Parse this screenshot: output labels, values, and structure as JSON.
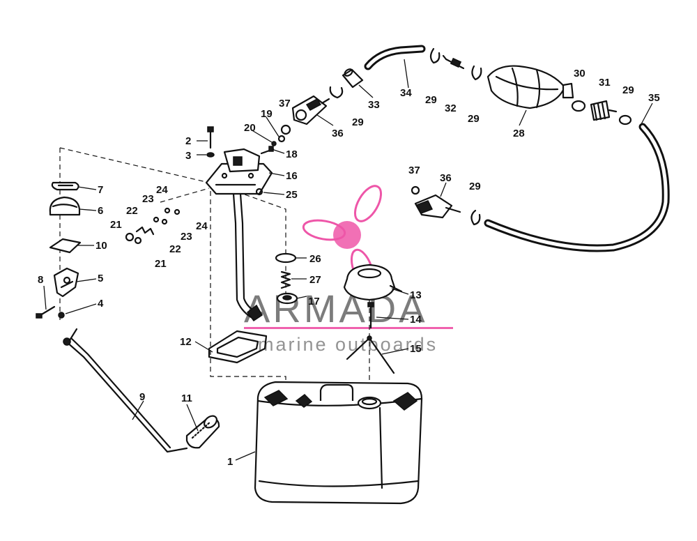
{
  "watermark": {
    "brand": "ARMADA",
    "tagline": "marine outboards",
    "accent_color": "#e91e8c"
  },
  "callouts": [
    {
      "id": "c1",
      "text": "1"
    },
    {
      "id": "c2",
      "text": "2"
    },
    {
      "id": "c3",
      "text": "3"
    },
    {
      "id": "c4",
      "text": "4"
    },
    {
      "id": "c5",
      "text": "5"
    },
    {
      "id": "c6",
      "text": "6"
    },
    {
      "id": "c7",
      "text": "7"
    },
    {
      "id": "c8",
      "text": "8"
    },
    {
      "id": "c9",
      "text": "9"
    },
    {
      "id": "c10",
      "text": "10"
    },
    {
      "id": "c11",
      "text": "11"
    },
    {
      "id": "c12",
      "text": "12"
    },
    {
      "id": "c13",
      "text": "13"
    },
    {
      "id": "c14",
      "text": "14"
    },
    {
      "id": "c15",
      "text": "15"
    },
    {
      "id": "c16",
      "text": "16"
    },
    {
      "id": "c17",
      "text": "17"
    },
    {
      "id": "c18",
      "text": "18"
    },
    {
      "id": "c19",
      "text": "19"
    },
    {
      "id": "c20",
      "text": "20"
    },
    {
      "id": "c21a",
      "text": "21"
    },
    {
      "id": "c21b",
      "text": "21"
    },
    {
      "id": "c22a",
      "text": "22"
    },
    {
      "id": "c22b",
      "text": "22"
    },
    {
      "id": "c23a",
      "text": "23"
    },
    {
      "id": "c23b",
      "text": "23"
    },
    {
      "id": "c24a",
      "text": "24"
    },
    {
      "id": "c24b",
      "text": "24"
    },
    {
      "id": "c25",
      "text": "25"
    },
    {
      "id": "c26",
      "text": "26"
    },
    {
      "id": "c27",
      "text": "27"
    },
    {
      "id": "c28",
      "text": "28"
    },
    {
      "id": "c29a",
      "text": "29"
    },
    {
      "id": "c29b",
      "text": "29"
    },
    {
      "id": "c29c",
      "text": "29"
    },
    {
      "id": "c29d",
      "text": "29"
    },
    {
      "id": "c29e",
      "text": "29"
    },
    {
      "id": "c30",
      "text": "30"
    },
    {
      "id": "c31",
      "text": "31"
    },
    {
      "id": "c32",
      "text": "32"
    },
    {
      "id": "c33",
      "text": "33"
    },
    {
      "id": "c34",
      "text": "34"
    },
    {
      "id": "c35",
      "text": "35"
    },
    {
      "id": "c36a",
      "text": "36"
    },
    {
      "id": "c36b",
      "text": "36"
    },
    {
      "id": "c37a",
      "text": "37"
    },
    {
      "id": "c37b",
      "text": "37"
    }
  ]
}
